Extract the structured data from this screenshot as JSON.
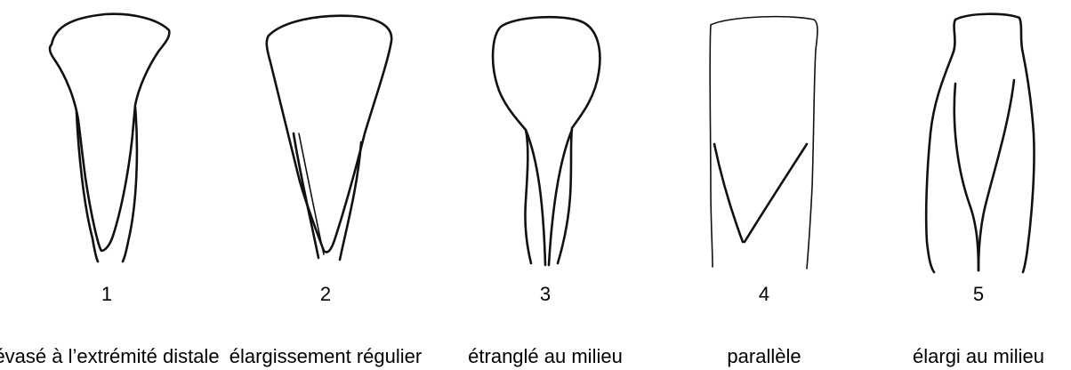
{
  "figures": [
    {
      "number": "1",
      "caption": "évasé à l’extrémité distale"
    },
    {
      "number": "2",
      "caption": "élargissement régulier"
    },
    {
      "number": "3",
      "caption": "étranglé au milieu"
    },
    {
      "number": "4",
      "caption": "parallèle"
    },
    {
      "number": "5",
      "caption": "élargi au milieu"
    }
  ]
}
